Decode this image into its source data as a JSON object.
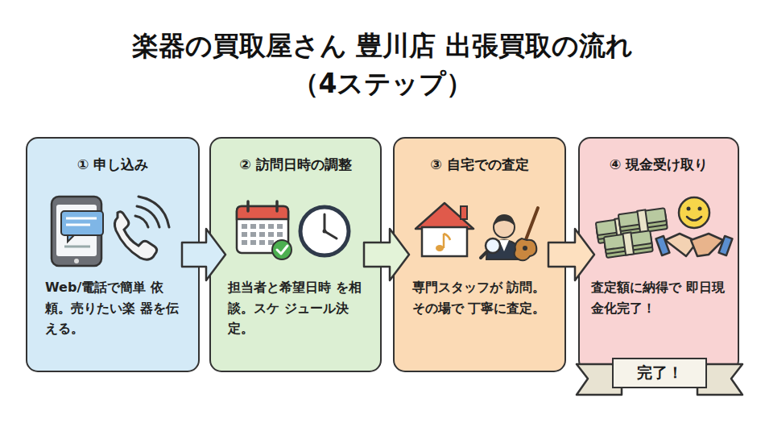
{
  "diagram": {
    "title": "楽器の買取屋さん 豊川店 出張買取の流れ（4ステップ）",
    "nodes": [
      {
        "text": [
          "① 申し込み",
          "Web/電話で簡単 依頼。売りたい楽 器を伝える。"
        ]
      },
      {
        "text": [
          "② 訪問日時の調整",
          "担当者と希望日時 を相談。スケ ジュール決定。"
        ]
      },
      {
        "text": [
          "③ 自宅での査定",
          "専門スタッフが 訪問。その場で 丁寧に査定。"
        ]
      },
      {
        "text": [
          "④ 現金受け取り",
          "査定額に納得で 即日現金化完了！"
        ]
      },
      {
        "text": [
          "完了！"
        ]
      }
    ],
    "edges": [
      {
        "from": 0,
        "to": 1,
        "arrow": "to"
      },
      {
        "from": 1,
        "to": 2,
        "arrow": "to"
      },
      {
        "from": 2,
        "to": 3,
        "arrow": "to"
      }
    ]
  }
}
